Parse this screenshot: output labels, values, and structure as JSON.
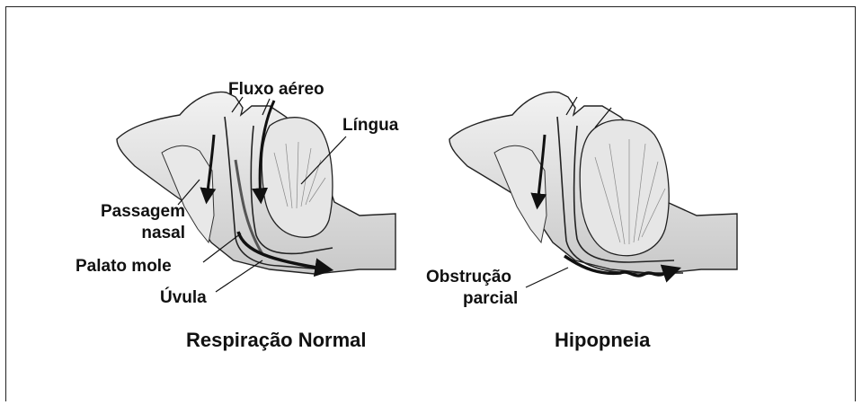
{
  "left_panel": {
    "caption": "Respiração Normal",
    "labels": {
      "airflow": "Fluxo aéreo",
      "tongue": "Língua",
      "nasal_line1": "Passagem",
      "nasal_line2": "nasal",
      "soft_palate": "Palato mole",
      "uvula": "Úvula"
    }
  },
  "right_panel": {
    "caption": "Hipopneia",
    "labels": {
      "obstruction_line1": "Obstrução",
      "obstruction_line2": "parcial"
    }
  },
  "colors": {
    "ink": "#111111",
    "tissue": "#dcdcdc",
    "tongue_fill": "#e6e6e6"
  }
}
